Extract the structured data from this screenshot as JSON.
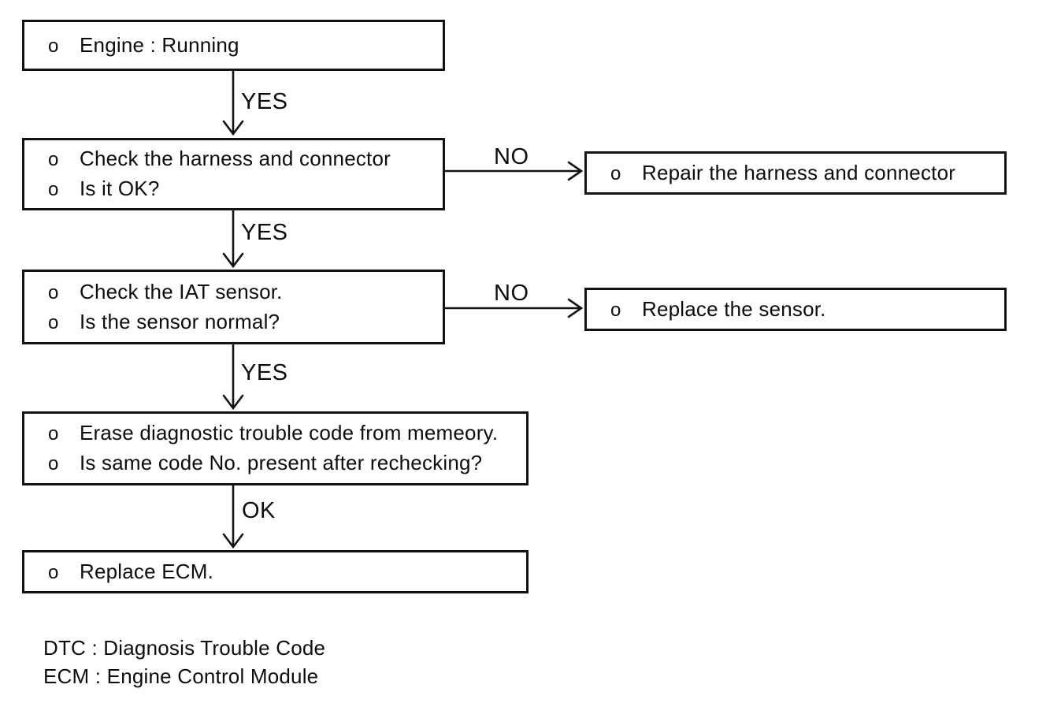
{
  "flowchart": {
    "bullet_marker": "o",
    "boxes": [
      {
        "name": "engine-running",
        "lines": [
          "Engine : Running"
        ]
      },
      {
        "name": "check-harness",
        "lines": [
          "Check the harness and connector",
          "Is it OK?"
        ]
      },
      {
        "name": "repair-harness",
        "lines": [
          "Repair the harness and connector"
        ]
      },
      {
        "name": "check-iat-sensor",
        "lines": [
          "Check the IAT sensor.",
          "Is the sensor normal?"
        ]
      },
      {
        "name": "replace-sensor",
        "lines": [
          "Replace the sensor."
        ]
      },
      {
        "name": "erase-dtc",
        "lines": [
          "Erase diagnostic trouble code from memeory.",
          "Is same code No. present after rechecking?"
        ]
      },
      {
        "name": "replace-ecm",
        "lines": [
          "Replace ECM."
        ]
      }
    ],
    "edge_labels": {
      "engine_yes": "YES",
      "harness_no": "NO",
      "harness_yes": "YES",
      "iat_no": "NO",
      "iat_yes": "YES",
      "erase_ok": "OK"
    },
    "legend": [
      "DTC : Diagnosis Trouble Code",
      "ECM : Engine Control Module"
    ],
    "colors": {
      "ink": "#111111",
      "background": "#ffffff"
    }
  }
}
